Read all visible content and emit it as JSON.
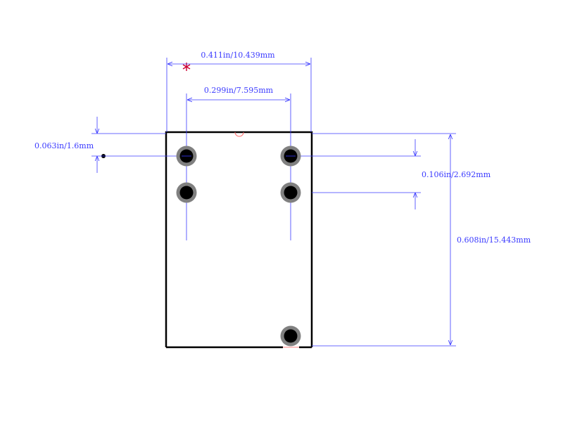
{
  "dimensions": {
    "overall_width": "0.411in/10.439mm",
    "pin_spacing_x": "0.299in/7.595mm",
    "edge_to_first_row": "0.063in/1.6mm",
    "row_pitch": "0.106in/2.692mm",
    "overall_height": "0.608in/15.443mm"
  },
  "colors": {
    "dimension": "#3a3aff",
    "outline": "#000000",
    "pad_ring": "#808080",
    "pad_hole": "#000000",
    "origin_marker": "#cc0033"
  },
  "pads": [
    {
      "id": "pad-1"
    },
    {
      "id": "pad-2"
    },
    {
      "id": "pad-3"
    },
    {
      "id": "pad-4"
    },
    {
      "id": "pad-5"
    }
  ]
}
